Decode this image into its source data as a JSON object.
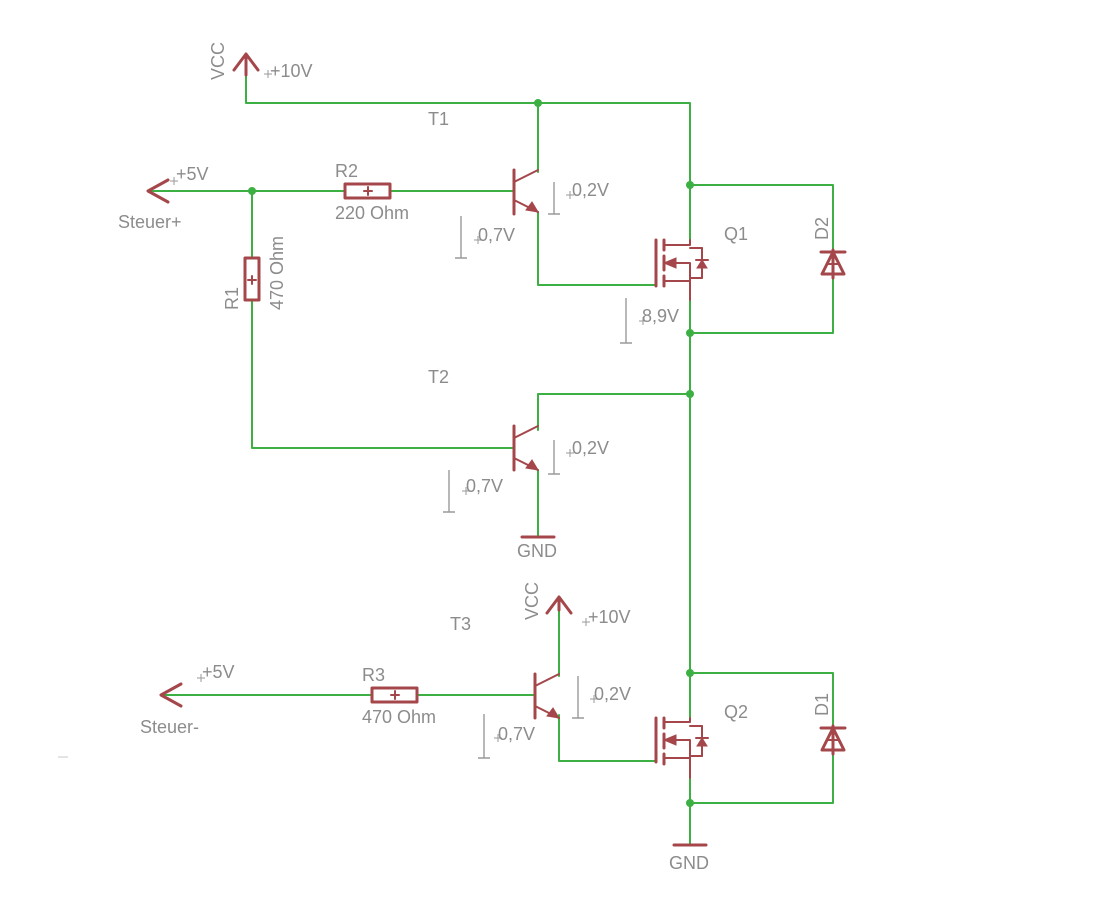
{
  "supplies": {
    "vcc_top": {
      "name": "VCC",
      "value": "+10V"
    },
    "vcc_bottom": {
      "name": "VCC",
      "value": "+10V"
    },
    "gnd_mid": {
      "name": "GND"
    },
    "gnd_bottom": {
      "name": "GND"
    }
  },
  "inputs": {
    "steuer_plus": {
      "name": "Steuer+",
      "value": "+5V"
    },
    "steuer_minus": {
      "name": "Steuer-",
      "value": "+5V"
    }
  },
  "resistors": {
    "r1": {
      "name": "R1",
      "value": "470 Ohm"
    },
    "r2": {
      "name": "R2",
      "value": "220 Ohm"
    },
    "r3": {
      "name": "R3",
      "value": "470 Ohm"
    }
  },
  "transistors": {
    "t1": {
      "name": "T1",
      "vbe": "0,7V",
      "vce": "0,2V"
    },
    "t2": {
      "name": "T2",
      "vbe": "0,7V",
      "vce": "0,2V"
    },
    "t3": {
      "name": "T3",
      "vbe": "0,7V",
      "vce": "0,2V"
    }
  },
  "mosfets": {
    "q1": {
      "name": "Q1",
      "vgs": "8,9V"
    },
    "q2": {
      "name": "Q2"
    }
  },
  "diodes": {
    "d1": {
      "name": "D1"
    },
    "d2": {
      "name": "D2"
    }
  },
  "colors": {
    "wire": "#3cb043",
    "component": "#a5474a",
    "label": "#8c8c8c"
  }
}
